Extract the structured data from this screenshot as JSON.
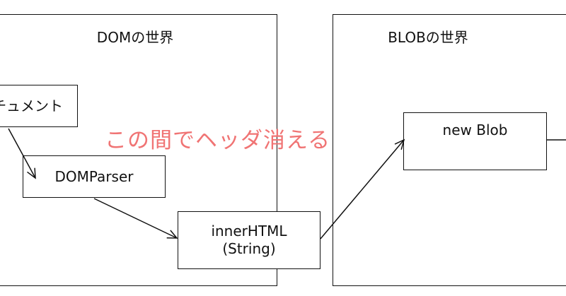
{
  "frames": {
    "dom_world": {
      "title": "DOMの世界"
    },
    "blob_world": {
      "title": "BLOBの世界"
    }
  },
  "nodes": {
    "document": {
      "label": "チュメント"
    },
    "domparser": {
      "label": "DOMParser"
    },
    "innerhtml": {
      "line1": "innerHTML",
      "line2": "(String)"
    },
    "new_blob": {
      "label": "new Blob"
    }
  },
  "annotation": {
    "text": "この間でヘッダ消える",
    "color": "#f07474"
  }
}
